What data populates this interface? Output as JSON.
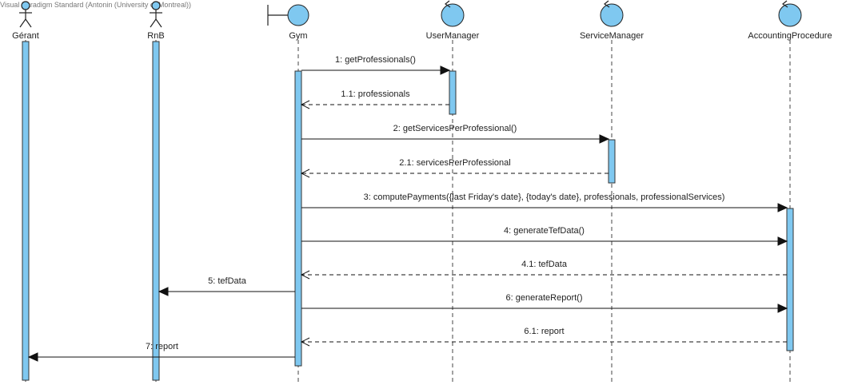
{
  "watermark": "Visual Paradigm Standard (Antonin (University of Montreal))",
  "colors": {
    "fill": "#7fc8f0",
    "line": "#111111"
  },
  "lifelines": [
    {
      "name": "Gérant",
      "kind": "actor-icon"
    },
    {
      "name": "RnB",
      "kind": "actor-icon"
    },
    {
      "name": "Gym",
      "kind": "boundary-icon"
    },
    {
      "name": "UserManager",
      "kind": "control-icon"
    },
    {
      "name": "ServiceManager",
      "kind": "control-icon"
    },
    {
      "name": "AccountingProcedure",
      "kind": "control-icon"
    }
  ],
  "messages": [
    {
      "label": "1: getProfessionals()",
      "from": 2,
      "to": 3,
      "type": "call"
    },
    {
      "label": "1.1: professionals",
      "from": 3,
      "to": 2,
      "type": "return"
    },
    {
      "label": "2: getServicesPerProfessional()",
      "from": 2,
      "to": 4,
      "type": "call"
    },
    {
      "label": "2.1: servicesPerProfessional",
      "from": 4,
      "to": 2,
      "type": "return"
    },
    {
      "label": "3: computePayments({last Friday's date}, {today's date}, professionals, professionalServices)",
      "from": 2,
      "to": 5,
      "type": "call"
    },
    {
      "label": "4: generateTefData()",
      "from": 2,
      "to": 5,
      "type": "call"
    },
    {
      "label": "4.1: tefData",
      "from": 5,
      "to": 2,
      "type": "return"
    },
    {
      "label": "5: tefData",
      "from": 2,
      "to": 1,
      "type": "call"
    },
    {
      "label": "6: generateReport()",
      "from": 2,
      "to": 5,
      "type": "call"
    },
    {
      "label": "6.1: report",
      "from": 5,
      "to": 2,
      "type": "return"
    },
    {
      "label": "7: report",
      "from": 2,
      "to": 0,
      "type": "call"
    }
  ]
}
